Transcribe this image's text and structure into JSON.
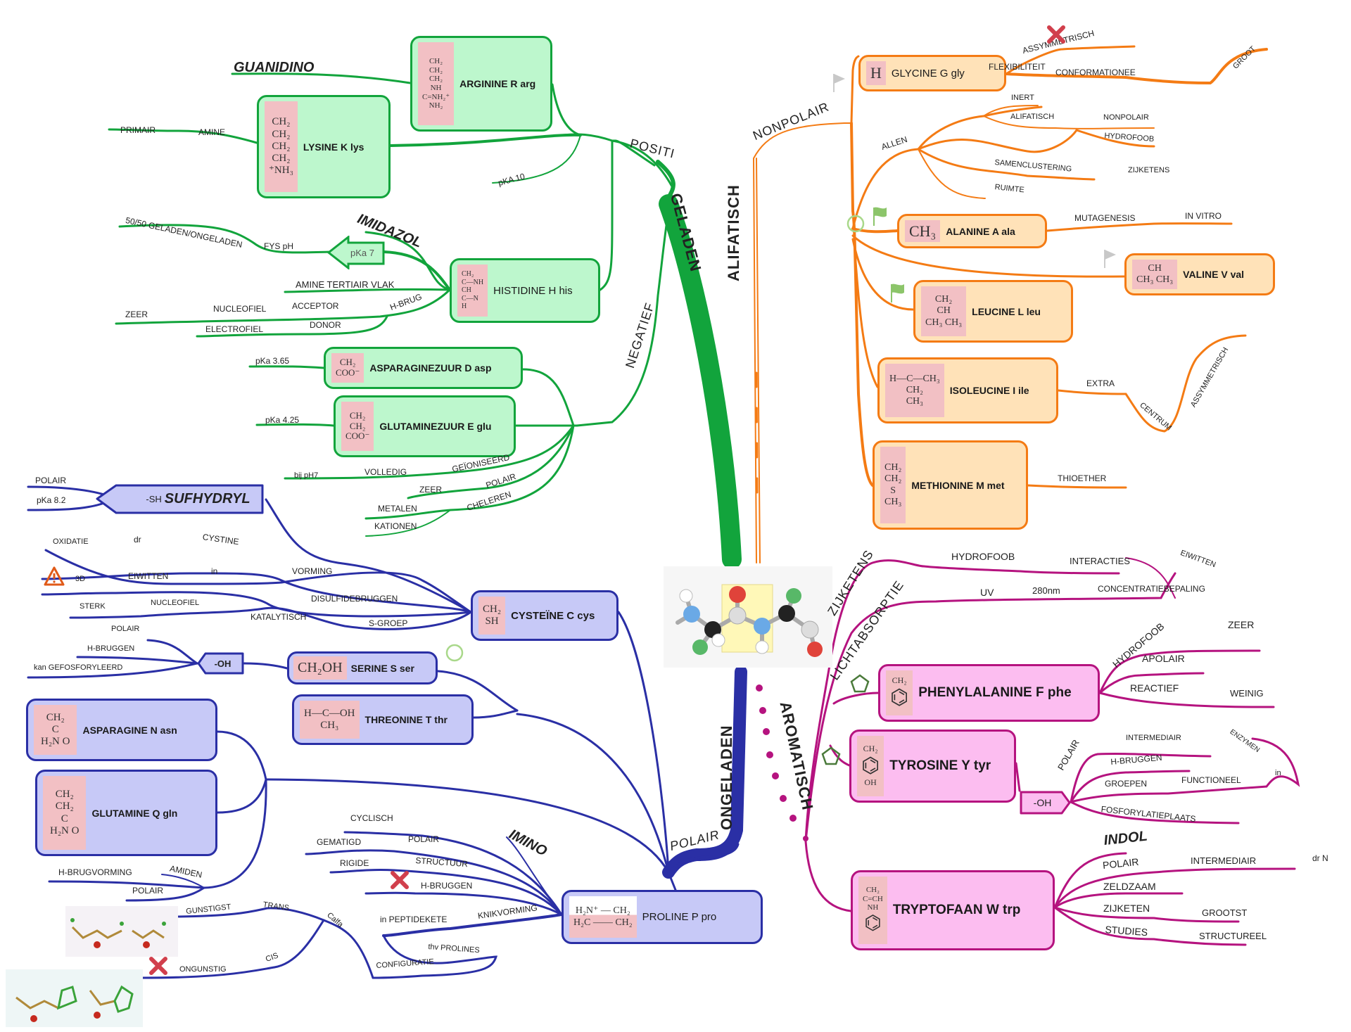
{
  "title": "Aminozuren mindmap",
  "center": {
    "image": "peptide-bond-molecule",
    "atoms": [
      "N",
      "C",
      "O",
      "N",
      "C",
      "R",
      "R",
      "C",
      "O"
    ]
  },
  "main_branches": {
    "geladen": "GELADEN",
    "alifatisch": "ALIFATISCH",
    "ongeladen": "ONGELADEN",
    "aromatisch": "AROMATISCH",
    "positief": "POSITI",
    "negatief": "NEGATIEF",
    "nonpolair": "NONPOLAIR",
    "polair": "POLAIR"
  },
  "colors": {
    "geladen": "#12a43c",
    "alifatisch": "#f47b14",
    "ongeladen": "#2a2fa5",
    "aromatisch": "#b5137f",
    "formula_bg": "#f2c0c4"
  },
  "geladen": {
    "guanidino": "GUANIDINO",
    "arginine": {
      "name": "ARGININE R arg",
      "formula": [
        "CH₂",
        "CH₂",
        "CH₂",
        "NH",
        "C=NH₂⁺",
        "NH₂"
      ]
    },
    "lysine": {
      "name": "LYSINE K lys",
      "formula": [
        "CH₂",
        "CH₂",
        "CH₂",
        "CH₂",
        "⁺NH₃"
      ],
      "labels": [
        "PRIMAIR",
        "AMINE"
      ]
    },
    "pka10": "pKA 10",
    "imidazol": "IMIDAZOL",
    "histidine": {
      "name": "HISTIDINE H his",
      "formula": [
        "CH₂",
        "C—NH",
        "  CH",
        "C—N",
        "H"
      ]
    },
    "histidine_labels": {
      "fifty": "50/50 GELADEN/ONGELADEN",
      "fys_ph": "FYS pH",
      "pka7": "pKa 7",
      "amine": "AMINE TERTIAIR VLAK",
      "zeer": "ZEER",
      "nucleofiel": "NUCLEOFIEL",
      "acceptor": "ACCEPTOR",
      "hbrug": "H-BRUG",
      "electrofiel": "ELECTROFIEL",
      "donor": "DONOR"
    },
    "asp": {
      "name": "ASPARAGINEZUUR D asp",
      "formula": [
        "CH₂",
        "COO⁻"
      ],
      "pka": "pKa 3.65"
    },
    "glu": {
      "name": "GLUTAMINEZUUR E glu",
      "formula": [
        "CH₂",
        "CH₂",
        "COO⁻"
      ],
      "pka": "pKa 4.25"
    },
    "neg_labels": {
      "bij_ph7": "bij pH7",
      "volledig": "VOLLEDIG",
      "geioniseerd": "GEÏONISEERD",
      "zeer": "ZEER",
      "polair": "POLAIR",
      "metalen": "METALEN",
      "kationen": "KATIONEN",
      "cheleren": "CHELEREN"
    }
  },
  "alifatisch": {
    "glycine": {
      "name": "GLYCINE G gly",
      "formula": [
        "H"
      ]
    },
    "glycine_labels": {
      "assym": "ASSYMMETRISCH",
      "flex": "FLEXIBILITEIT",
      "conf": "CONFORMATIONEE",
      "groot": "GROOT"
    },
    "allen": "ALLEN",
    "allen_labels": {
      "inert": "INERT",
      "alifatisch": "ALIFATISCH",
      "nonpolair": "NONPOLAIR",
      "hydrofoob": "HYDROFOOB",
      "samen": "SAMENCLUSTERING",
      "zijketens": "ZIJKETENS",
      "ruimte": "RUIMTE"
    },
    "alanine": {
      "name": "ALANINE A ala",
      "formula": [
        "CH₃"
      ]
    },
    "alanine_labels": {
      "muta": "MUTAGENESIS",
      "vitro": "IN VITRO"
    },
    "valine": {
      "name": "VALINE V val",
      "formula": [
        "CH",
        "CH₃  CH₃"
      ]
    },
    "leucine": {
      "name": "LEUCINE L leu",
      "formula": [
        "CH₂",
        "CH",
        "CH₃  CH₃"
      ]
    },
    "isoleucine": {
      "name": "ISOLEUCINE I ile",
      "formula": [
        "H—C—CH₃",
        "CH₂",
        "CH₃"
      ]
    },
    "isoleucine_labels": {
      "extra": "EXTRA",
      "centrum": "CENTRUM",
      "assym": "ASSYMMETRISCH"
    },
    "methionine": {
      "name": "METHIONINE M met",
      "formula": [
        "CH₂",
        "CH₂",
        "S",
        "CH₃"
      ]
    },
    "methionine_labels": {
      "thioether": "THIOETHER"
    }
  },
  "ongeladen": {
    "sufhydryl": {
      "prefix": "-SH",
      "name": "SUFHYDRYL"
    },
    "sufhydryl_labels": {
      "polair": "POLAIR",
      "pka": "pKa 8.2"
    },
    "cysteine": {
      "name": "CYSTEÏNE C cys",
      "formula": [
        "CH₂",
        "SH"
      ]
    },
    "cysteine_labels": {
      "oxidatie": "OXIDATIE",
      "dr": "dr",
      "cystine": "CYSTINE",
      "vorming": "VORMING",
      "d3": "3D",
      "eiwitten": "EIWITTEN",
      "in": "in",
      "disulfide": "DISULFIDEBRUGGEN",
      "sterk": "STERK",
      "nucleofiel": "NUCLEOFIEL",
      "katalytisch": "KATALYTISCH",
      "sgroep": "S-GROEP"
    },
    "oh_tag": "-OH",
    "oh_labels": {
      "polair": "POLAIR",
      "hbruggen": "H-BRUGGEN",
      "fosfo": "kan GEFOSFORYLEERD"
    },
    "serine": {
      "name": "SERINE S ser",
      "formula": [
        "CH₂OH"
      ]
    },
    "threonine": {
      "name": "THREONINE T thr",
      "formula": [
        "H—C—OH",
        "CH₃"
      ]
    },
    "asparagine": {
      "name": "ASPARAGINE N asn",
      "formula": [
        "CH₂",
        "C",
        "H₂N   O"
      ]
    },
    "glutamine": {
      "name": "GLUTAMINE Q gln",
      "formula": [
        "CH₂",
        "CH₂",
        "C",
        "H₂N   O"
      ]
    },
    "amide_labels": {
      "hbrug": "H-BRUGVORMING",
      "amiden": "AMIDEN",
      "polair": "POLAIR"
    },
    "imino": "IMINO",
    "proline": {
      "name": "PROLINE P pro",
      "formula": [
        "H₂N⁺ — CH₂",
        "H₂C —— CH₂"
      ]
    },
    "proline_labels": {
      "cyclisch": "CYCLISCH",
      "gematigd": "GEMATIGD",
      "polair": "POLAIR",
      "rigide": "RIGIDE",
      "structuur": "STRUCTUUR",
      "hbruggen": "H-BRUGGEN",
      "peptide": "in PEPTIDEKETE",
      "knik": "KNIKVORMING",
      "thv": "thv PROLINES",
      "config": "CONFIGURATIE",
      "calfa": "Calfa",
      "trans": "TRANS",
      "gunstigst": "GUNSTIGST",
      "cis": "CIS",
      "ongunstig": "ONGUNSTIG"
    }
  },
  "aromatisch": {
    "zijketens": "ZIJKETENS",
    "licht": "LICHTABSORPTIE",
    "top_labels": {
      "hydrofoob": "HYDROFOOB",
      "interacties": "INTERACTIES",
      "eiwitten": "EIWITTEN",
      "uv": "UV",
      "nm": "280nm",
      "conc": "CONCENTRATIEBEPALING"
    },
    "phenylalanine": {
      "name": "PHENYLALANINE F phe",
      "formula": [
        "CH₂",
        "⌬"
      ]
    },
    "phe_labels": {
      "hydrofoob": "HYDROFOOB",
      "zeer": "ZEER",
      "apolair": "APOLAIR",
      "reactief": "REACTIEF",
      "weinig": "WEINIG"
    },
    "tyrosine": {
      "name": "TYROSINE Y tyr",
      "formula": [
        "CH₂",
        "⌬",
        "OH"
      ]
    },
    "tyr_oh": "-OH",
    "tyr_labels": {
      "polair": "POLAIR",
      "intermediair": "INTERMEDIAIR",
      "enzymen": "ENZYMEN",
      "hbruggen": "H-BRUGGEN",
      "groepen": "GROEPEN",
      "functioneel": "FUNCTIONEEL",
      "in": "in",
      "fosfo": "FOSFORYLATIEPLAATS"
    },
    "indol": "INDOL",
    "tryptofaan": {
      "name": "TRYPTOFAAN W trp",
      "formula": [
        "CH₂",
        "C=CH",
        "NH",
        "⌬"
      ]
    },
    "trp_labels": {
      "polair": "POLAIR",
      "intermediair": "INTERMEDIAIR",
      "drn": "dr N",
      "zeldzaam": "ZELDZAAM",
      "zijketen": "ZIJKETEN",
      "grootst": "GROOTST",
      "studies": "STUDIES",
      "structureel": "STRUCTUREEL"
    }
  }
}
